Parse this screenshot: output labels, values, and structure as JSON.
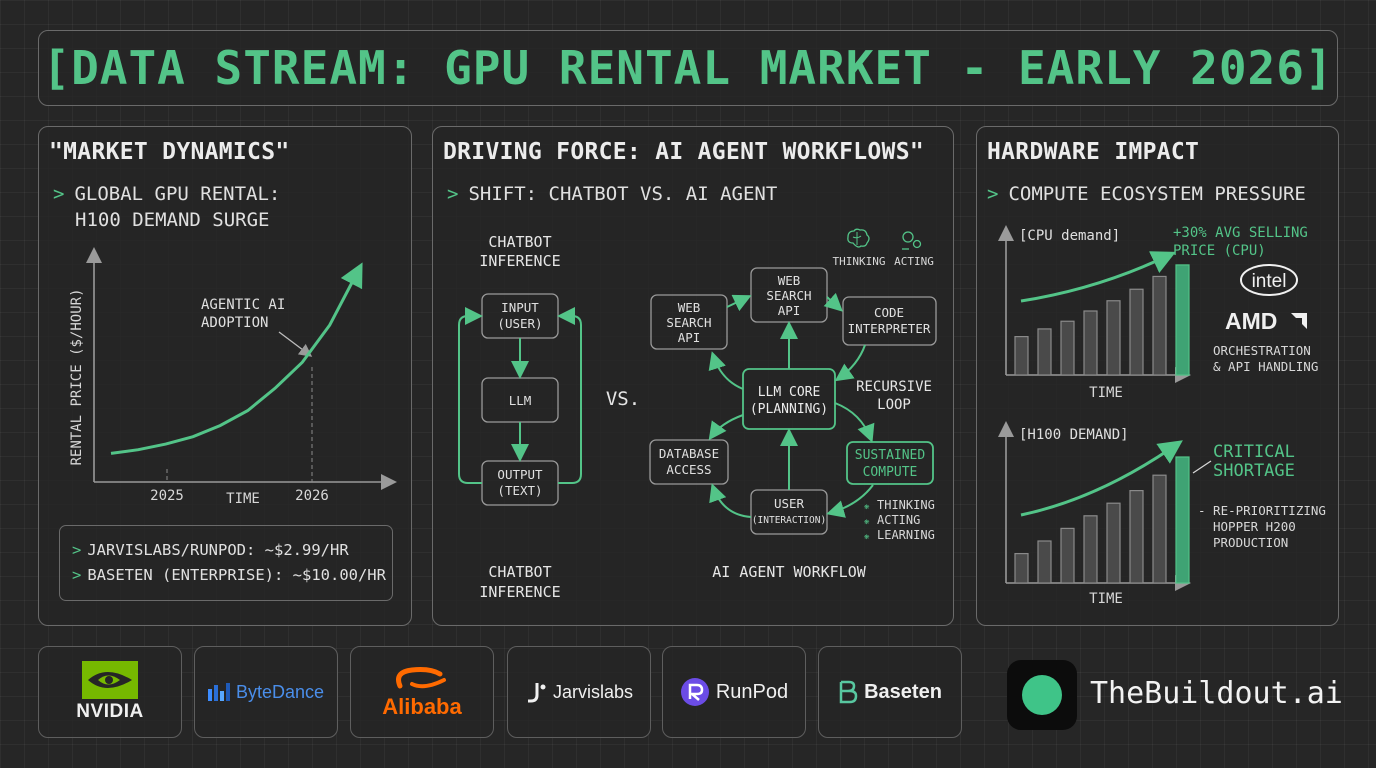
{
  "header": {
    "title": "[DATA STREAM: GPU RENTAL MARKET - EARLY 2026]"
  },
  "market": {
    "title": "\"MARKET DYNAMICS\"",
    "subtitle_line1": "GLOBAL GPU RENTAL:",
    "subtitle_line2": "H100 DEMAND SURGE",
    "ylabel": "RENTAL PRICE ($/HOUR)",
    "xlabel": "TIME",
    "tick_2025": "2025",
    "tick_2026": "2026",
    "annotation_line1": "AGENTIC AI",
    "annotation_line2": "ADOPTION",
    "prices": [
      {
        "prefix": ">",
        "label": "JARVISLABS/RUNPOD:",
        "value": "~$2.99/HR"
      },
      {
        "prefix": ">",
        "label": "BASETEN (ENTERPRISE):",
        "value": "~$10.00/HR"
      }
    ]
  },
  "driving": {
    "title": "DRIVING FORCE: AI AGENT WORKFLOWS\"",
    "subtitle": "SHIFT: CHATBOT VS. AI AGENT",
    "chatbot_title_1": "CHATBOT",
    "chatbot_title_2": "INFERENCE",
    "chatbot_nodes": {
      "input_1": "INPUT",
      "input_2": "(USER)",
      "llm": "LLM",
      "output_1": "OUTPUT",
      "output_2": "(TEXT)"
    },
    "vs": "VS.",
    "legend_thinking": "THINKING",
    "legend_acting": "ACTING",
    "agent_nodes": {
      "web_search_left_1": "WEB",
      "web_search_left_2": "SEARCH",
      "web_search_left_3": "API",
      "web_search_top_1": "WEB",
      "web_search_top_2": "SEARCH",
      "web_search_top_3": "API",
      "code_1": "CODE",
      "code_2": "INTERPRETER",
      "core_1": "LLM CORE",
      "core_2": "(PLANNING)",
      "recursive_1": "RECURSIVE",
      "recursive_2": "LOOP",
      "db_1": "DATABASE",
      "db_2": "ACCESS",
      "sustained_1": "SUSTAINED",
      "sustained_2": "COMPUTE",
      "user_1": "USER",
      "user_2": "(INTERACTION)",
      "state_1": "THINKING",
      "state_2": "ACTING",
      "state_3": "LEARNING"
    },
    "footer_left_1": "CHATBOT",
    "footer_left_2": "INFERENCE",
    "footer_right": "AI AGENT WORKFLOW"
  },
  "hardware": {
    "title": "HARDWARE IMPACT",
    "subtitle": "COMPUTE ECOSYSTEM PRESSURE",
    "cpu_label": "[CPU demand]",
    "cpu_note_1": "+30% AVG SELLING",
    "cpu_note_2": "PRICE (CPU)",
    "cpu_xlabel": "TIME",
    "intel": "intel",
    "amd": "AMD",
    "orch_1": "ORCHESTRATION",
    "orch_2": "& API HANDLING",
    "h100_label": "[H100 DEMAND]",
    "h100_xlabel": "TIME",
    "shortage_1": "CRITICAL",
    "shortage_2": "SHORTAGE",
    "reprio_1": "- RE-PRIORITIZING",
    "reprio_2": "HOPPER H200",
    "reprio_3": "PRODUCTION"
  },
  "chart_data": [
    {
      "type": "line",
      "title": "GLOBAL GPU RENTAL: H100 DEMAND SURGE",
      "xlabel": "TIME",
      "ylabel": "RENTAL PRICE ($/HOUR)",
      "x_ticks": [
        "2025",
        "2026"
      ],
      "series": [
        {
          "values": [
            0.03,
            0.05,
            0.08,
            0.12,
            0.18,
            0.26,
            0.38,
            0.52,
            0.72,
            1.0
          ]
        }
      ]
    },
    {
      "type": "bar",
      "xlabel": "TIME",
      "ylabel": "[CPU demand]",
      "values": [
        0.3,
        0.36,
        0.42,
        0.5,
        0.58,
        0.67,
        0.77,
        0.86
      ],
      "highlight_last": true
    },
    {
      "type": "bar",
      "xlabel": "TIME",
      "ylabel": "[H100 DEMAND]",
      "values": [
        0.21,
        0.3,
        0.39,
        0.48,
        0.57,
        0.66,
        0.77,
        0.9
      ],
      "highlight_last": true
    }
  ],
  "logos": {
    "nvidia": "NVIDIA",
    "bytedance": "ByteDance",
    "alibaba": "Alibaba",
    "jarvislabs": "Jarvislabs",
    "runpod": "RunPod",
    "baseten": "Baseten",
    "thebuildout": "TheBuildout.ai"
  },
  "colors": {
    "accent": "#53c488",
    "panel_border": "#6a6a6a",
    "background": "#262626",
    "bar_fill": "#4a4a4a",
    "nvidia_green": "#76b900",
    "alibaba_orange": "#ff6a00",
    "bytedance_blue": "#3c8cff",
    "runpod_purple": "#6b4ce6",
    "baseten_green": "#58c7a0"
  }
}
